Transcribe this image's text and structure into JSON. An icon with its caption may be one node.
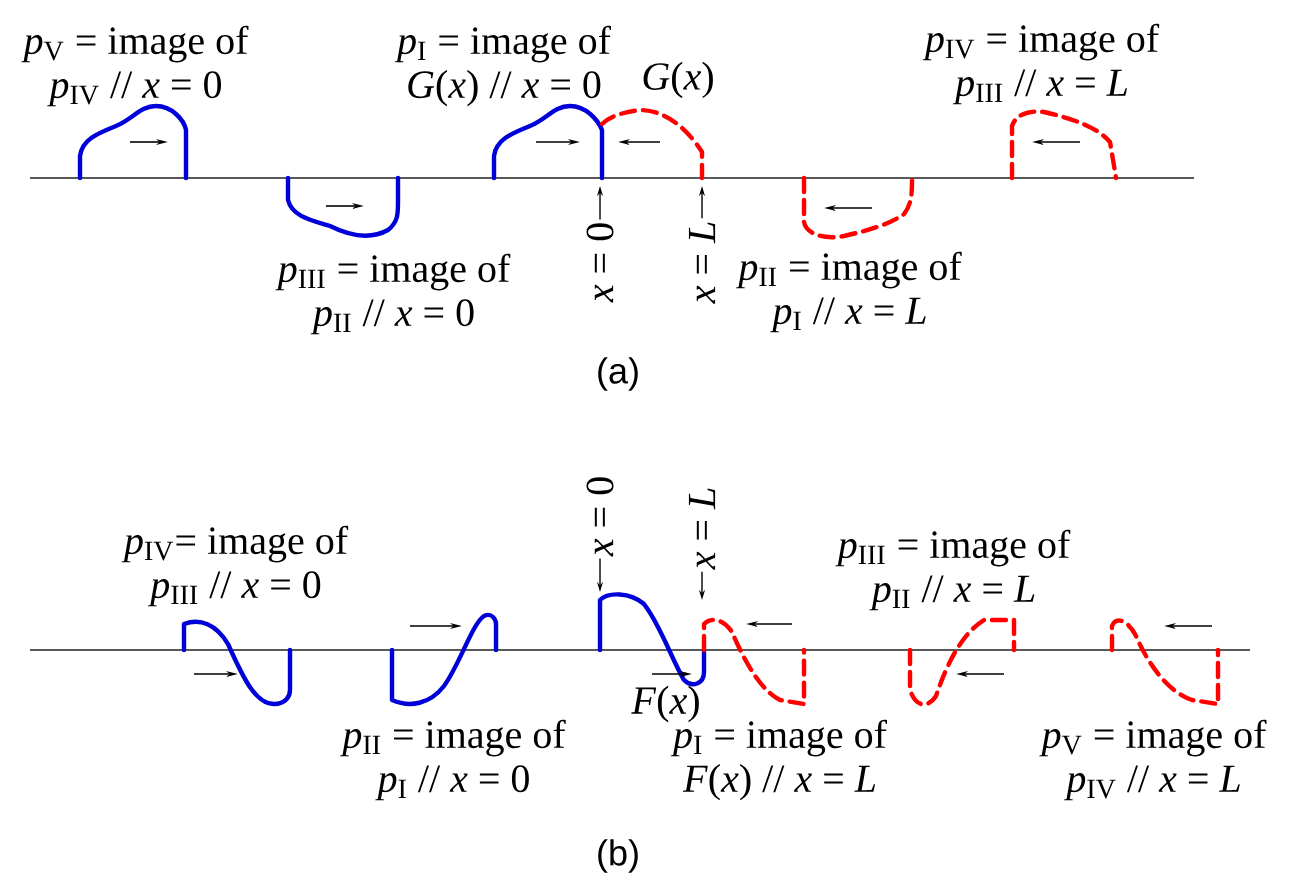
{
  "diagram": {
    "labels": [
      "*p*$_{V}$ = image of *p*$_{IV}$ // *x* = 0",
      "*p*$_{I}$ = image of *G*(*x*) // *x* = 0",
      "*G*(*x*)",
      "*p*$_{IV}$ = image of *p*$_{III}$ // *x* = *L*",
      "*p*$_{III}$ = image of *p*$_{II}$ // *x* = 0",
      "*x* = 0",
      "*x* = *L*",
      "*p*$_{II}$ = image of *p*$_{I}$ // *x* = *L*",
      "(a)",
      "*p*$_{IV}$= image of *p*$_{III}$ // *x* = 0",
      "*x* = 0",
      "*x* = *L*",
      "*p*$_{III}$ = image of *p*$_{II}$ // *x* = *L*",
      "*p*$_{II}$ = image of *p*$_{I}$ // *x* = 0",
      "*F*(*x*)",
      "*p*$_{I}$ = image of *F*(*x*) // *x* = *L*",
      "*p*$_{V}$ = image of *p*$_{IV}$ // *x* = *L*",
      "(b)"
    ]
  }
}
